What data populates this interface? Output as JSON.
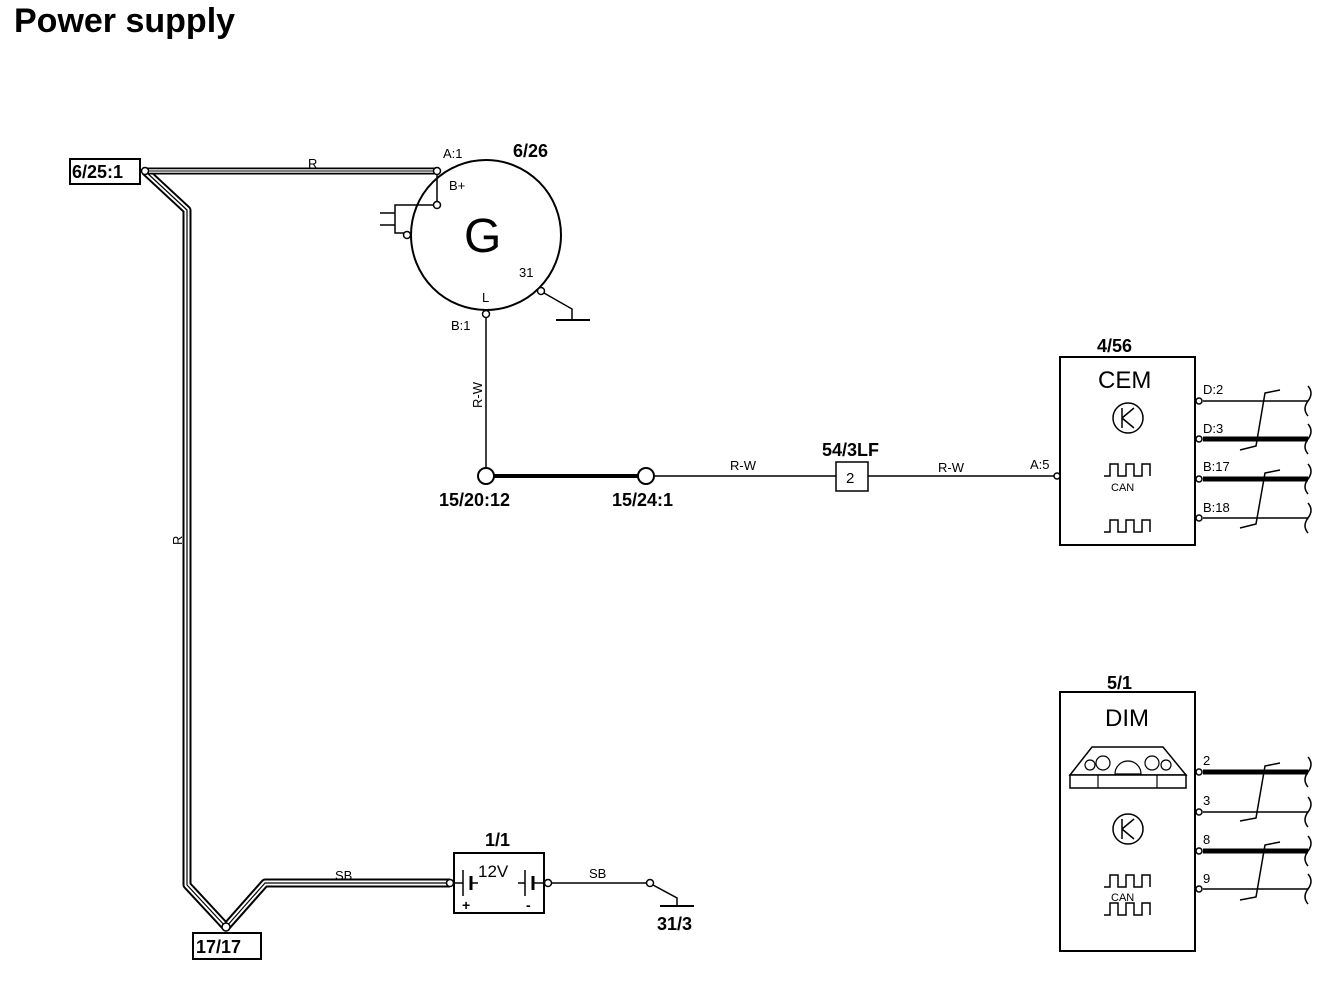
{
  "title": "Power supply",
  "connectors": {
    "c6_25_1": "6/25:1",
    "c17_17": "17/17",
    "c15_20_12": "15/20:12",
    "c15_24_1": "15/24:1",
    "c31_3": "31/3",
    "c54_3lf": "54/3LF",
    "c54_pin": "2"
  },
  "generator": {
    "id": "6/26",
    "symbol": "G",
    "pin_a1": "A:1",
    "pin_bplus": "B+",
    "pin_31": "31",
    "pin_l": "L",
    "pin_b1": "B:1"
  },
  "battery": {
    "id": "1/1",
    "voltage": "12V",
    "plus": "+",
    "minus": "-"
  },
  "cem": {
    "id": "4/56",
    "name": "CEM",
    "can": "CAN",
    "pin_a5": "A:5",
    "pins": [
      "D:2",
      "D:3",
      "B:17",
      "B:18"
    ]
  },
  "dim": {
    "id": "5/1",
    "name": "DIM",
    "can": "CAN",
    "pins": [
      "2",
      "3",
      "8",
      "9"
    ]
  },
  "wires": {
    "r_top": "R",
    "r_left": "R",
    "rw_vertical": "R-W",
    "rw_mid": "R-W",
    "rw_right": "R-W",
    "sb_left": "SB",
    "sb_right": "SB"
  }
}
